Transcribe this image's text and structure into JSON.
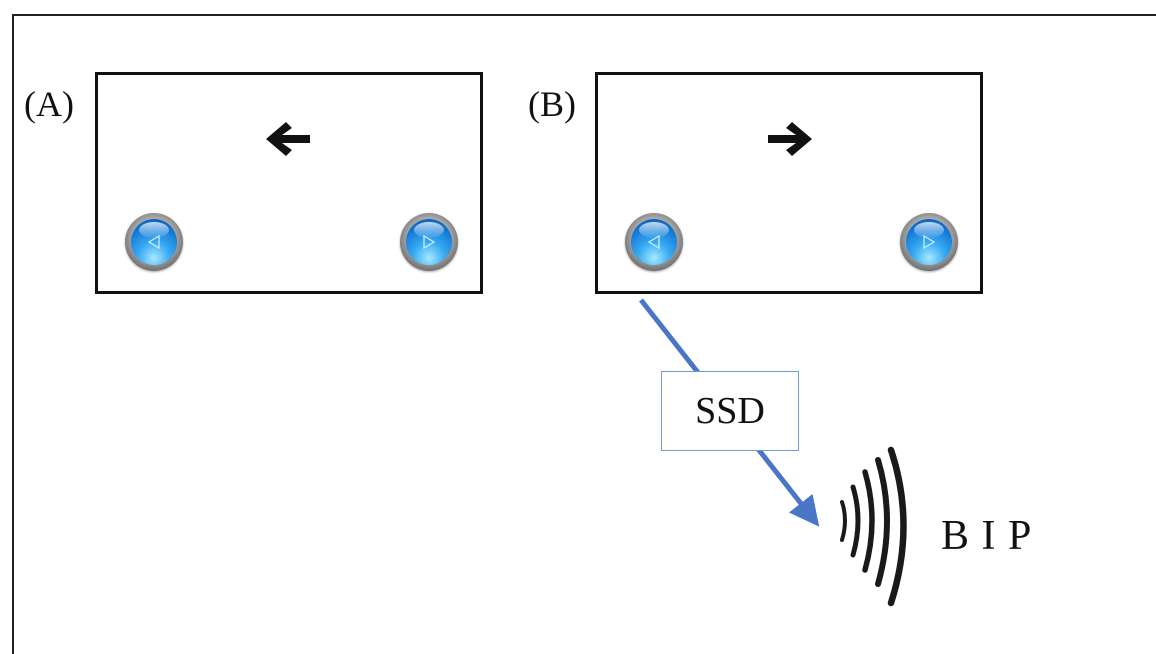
{
  "panels": [
    {
      "label": "(A)",
      "cue_direction": "left",
      "cue_icon": "arrow-left-icon",
      "buttons": [
        "left-button-icon",
        "right-button-icon"
      ]
    },
    {
      "label": "(B)",
      "cue_direction": "right",
      "cue_icon": "arrow-right-icon",
      "buttons": [
        "left-button-icon",
        "right-button-icon"
      ]
    }
  ],
  "ssd_label": "SSD",
  "sound_label": "B I P",
  "colors": {
    "connector": "#4a76c8",
    "ssd_border": "#6f9ad3",
    "button_blue": "#1479d6"
  }
}
